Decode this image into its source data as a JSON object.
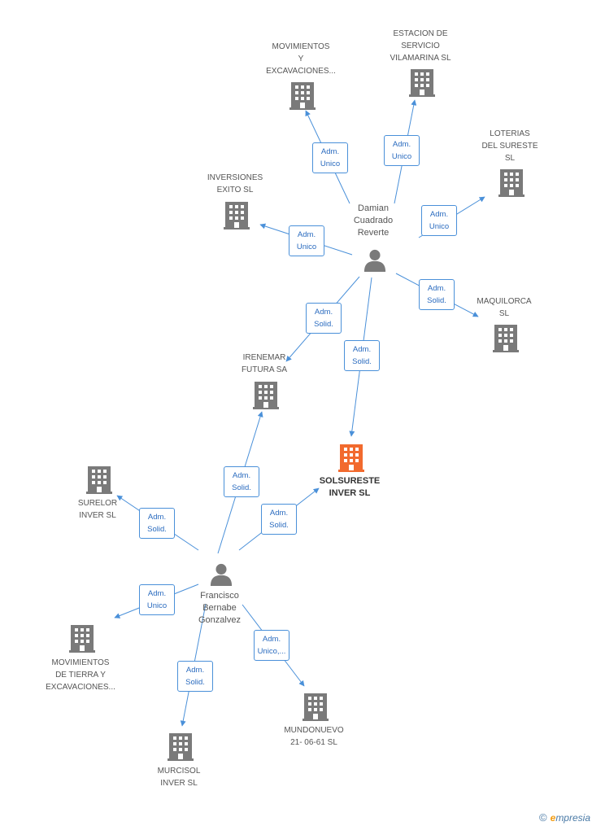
{
  "colors": {
    "building": "#7a7a7a",
    "focus_building": "#f26a2e",
    "edge": "#4a90d9",
    "person": "#7a7a7a"
  },
  "people": [
    {
      "id": "damian",
      "name": "Damian\nCuadrado\nReverte"
    },
    {
      "id": "francisco",
      "name": "Francisco\nBernabe\nGonzalvez"
    }
  ],
  "companies": [
    {
      "id": "movexc1",
      "name": "MOVIMIENTOS\nY\nEXCAVACIONES..."
    },
    {
      "id": "estacion",
      "name": "ESTACION DE\nSERVICIO\nVILAMARINA  SL"
    },
    {
      "id": "loterias",
      "name": "LOTERIAS\nDEL SURESTE\nSL"
    },
    {
      "id": "inversiones",
      "name": "INVERSIONES\nEXITO SL"
    },
    {
      "id": "maquilorca",
      "name": "MAQUILORCA\nSL"
    },
    {
      "id": "irenemar",
      "name": "IRENEMAR\nFUTURA SA"
    },
    {
      "id": "solsureste",
      "name": "SOLSURESTE\nINVER SL",
      "focus": true
    },
    {
      "id": "surelor",
      "name": "SURELOR\nINVER SL"
    },
    {
      "id": "movexc2",
      "name": "MOVIMIENTOS\nDE TIERRA Y\nEXCAVACIONES..."
    },
    {
      "id": "mundonuevo",
      "name": "MUNDONUEVO\n21- 06-61 SL"
    },
    {
      "id": "murcisol",
      "name": "MURCISOL\nINVER SL"
    }
  ],
  "edges": [
    {
      "from": "damian",
      "to": "movexc1",
      "label": "Adm.\nUnico"
    },
    {
      "from": "damian",
      "to": "estacion",
      "label": "Adm.\nUnico"
    },
    {
      "from": "damian",
      "to": "loterias",
      "label": "Adm.\nUnico"
    },
    {
      "from": "damian",
      "to": "inversiones",
      "label": "Adm.\nUnico"
    },
    {
      "from": "damian",
      "to": "maquilorca",
      "label": "Adm.\nSolid."
    },
    {
      "from": "damian",
      "to": "irenemar",
      "label": "Adm.\nSolid."
    },
    {
      "from": "damian",
      "to": "solsureste",
      "label": "Adm.\nSolid."
    },
    {
      "from": "francisco",
      "to": "irenemar",
      "label": "Adm.\nSolid."
    },
    {
      "from": "francisco",
      "to": "solsureste",
      "label": "Adm.\nSolid."
    },
    {
      "from": "francisco",
      "to": "surelor",
      "label": "Adm.\nSolid."
    },
    {
      "from": "francisco",
      "to": "movexc2",
      "label": "Adm.\nUnico"
    },
    {
      "from": "francisco",
      "to": "mundonuevo",
      "label": "Adm.\nUnico,..."
    },
    {
      "from": "francisco",
      "to": "murcisol",
      "label": "Adm.\nSolid."
    }
  ],
  "brand": {
    "copyright": "©",
    "name_first": "e",
    "name_rest": "mpresia"
  }
}
